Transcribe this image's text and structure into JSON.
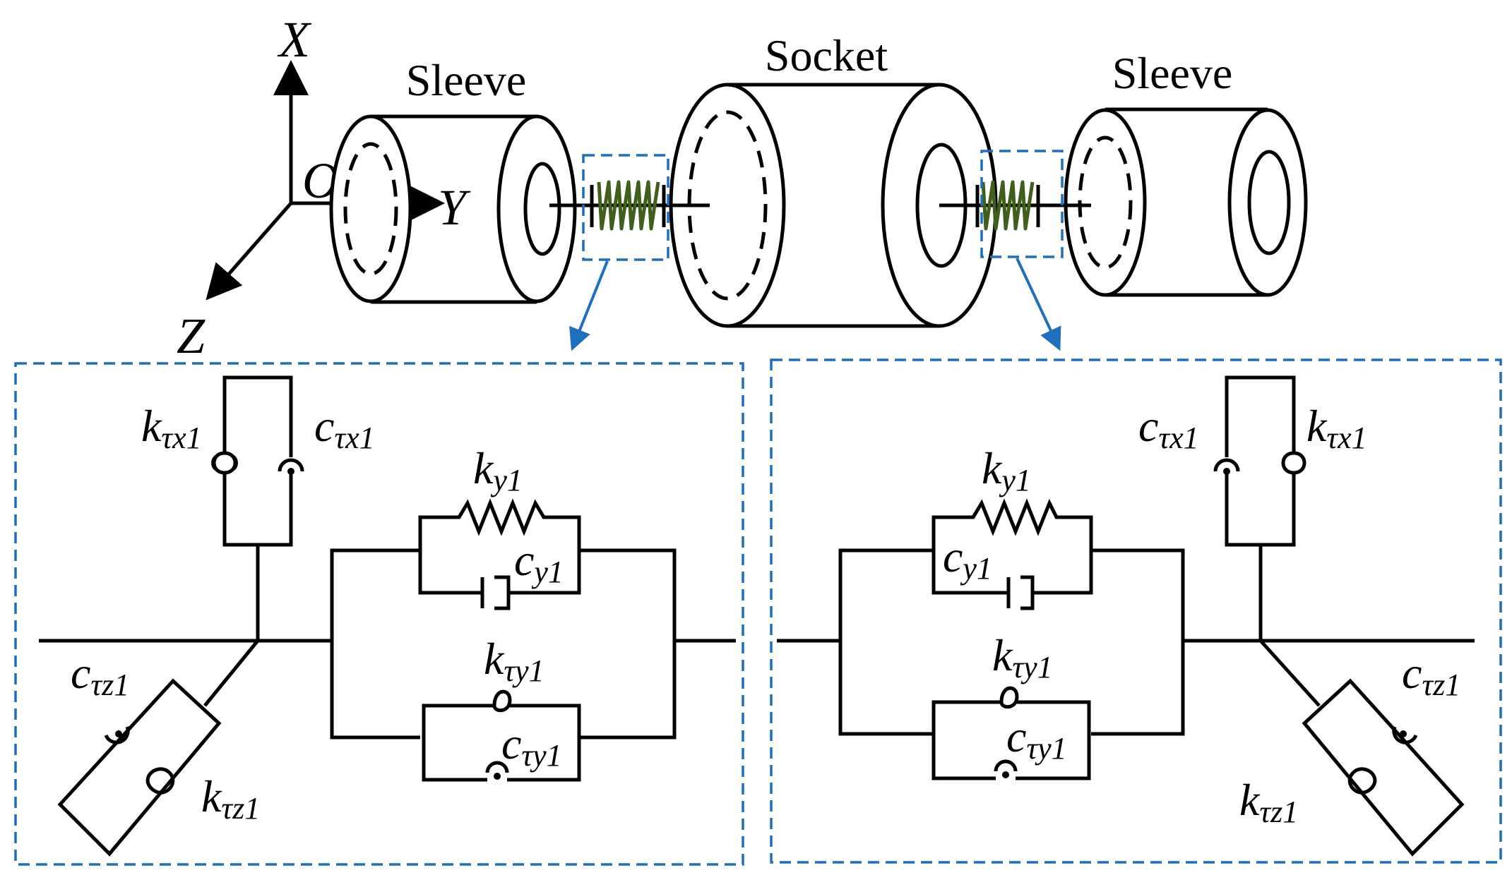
{
  "parts": {
    "sleeve_left": "Sleeve",
    "socket": "Socket",
    "sleeve_right": "Sleeve"
  },
  "axes": {
    "x": "X",
    "y": "Y",
    "z": "Z",
    "origin": "O"
  },
  "symbols": {
    "k_tau_x1": {
      "base": "k",
      "sub": "τx1"
    },
    "c_tau_x1": {
      "base": "c",
      "sub": "τx1"
    },
    "k_y1": {
      "base": "k",
      "sub": "y1"
    },
    "c_y1": {
      "base": "c",
      "sub": "y1"
    },
    "k_tau_y1": {
      "base": "k",
      "sub": "τy1"
    },
    "c_tau_y1": {
      "base": "c",
      "sub": "τy1"
    },
    "c_tau_z1": {
      "base": "c",
      "sub": "τz1"
    },
    "k_tau_z1": {
      "base": "k",
      "sub": "τz1"
    }
  },
  "colors": {
    "stroke": "#000000",
    "detail_box": "#1f6fbf",
    "spring_fill": "#8aa83a",
    "spring_stroke": "#3f5f1a"
  }
}
